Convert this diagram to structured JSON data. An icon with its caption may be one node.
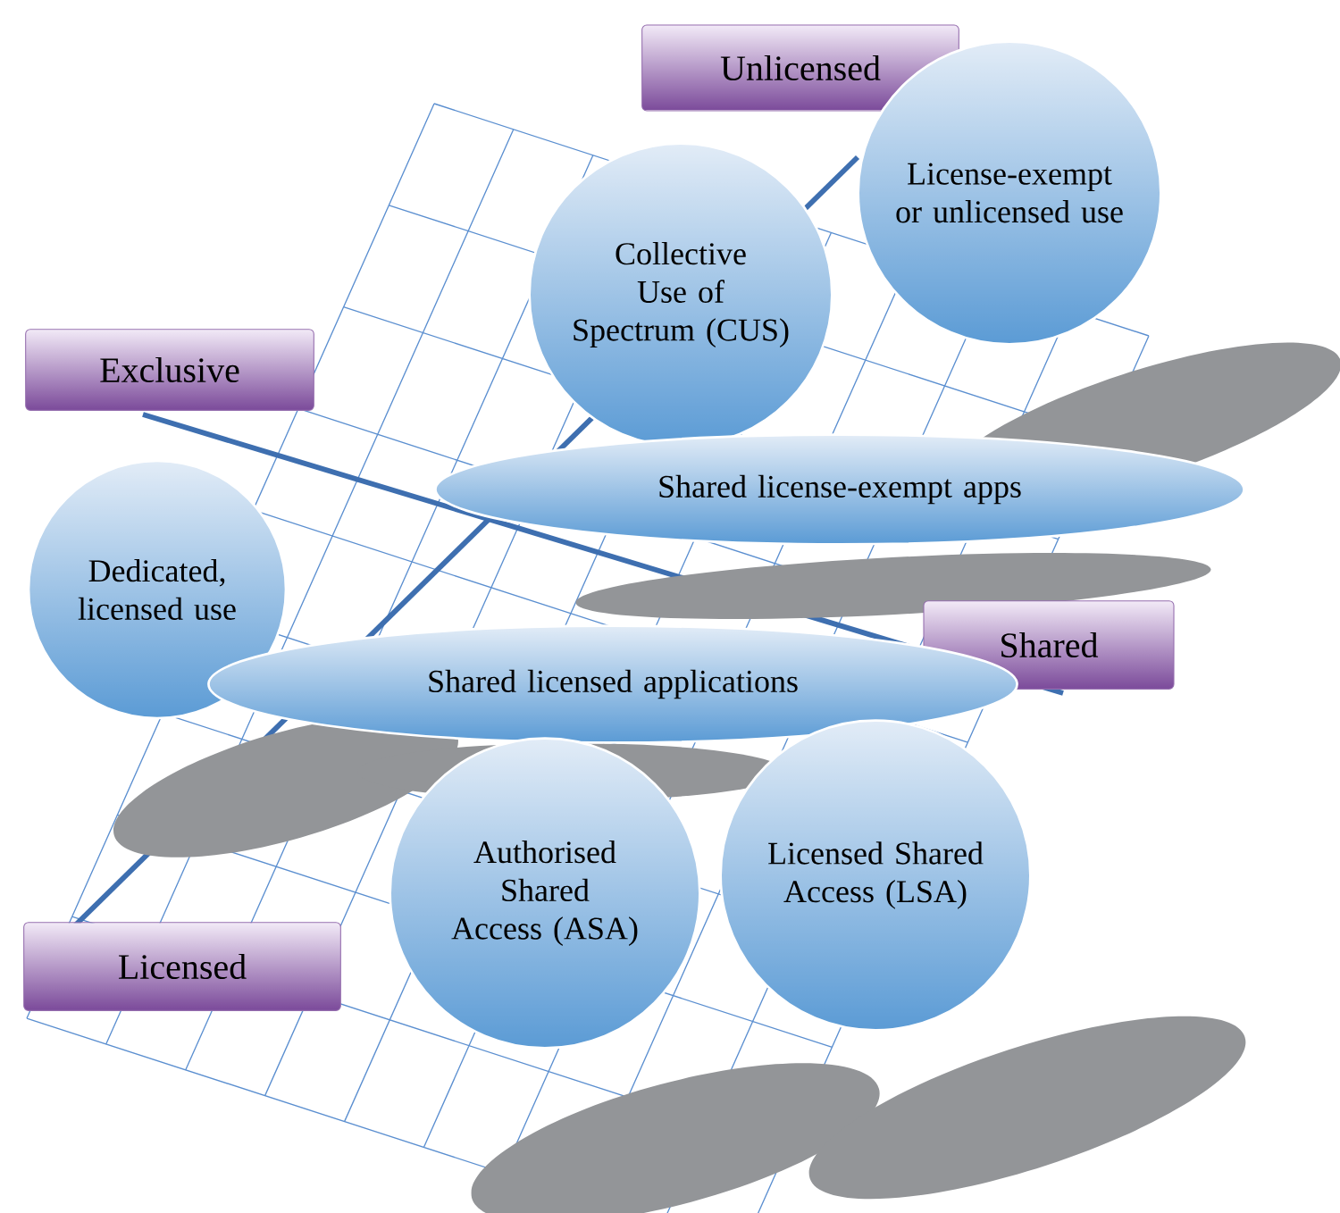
{
  "diagram": {
    "nodes": [
      {
        "text": [
          "Unlicensed"
        ]
      },
      {
        "text": [
          "Exclusive"
        ]
      },
      {
        "text": [
          "Shared"
        ]
      },
      {
        "text": [
          "Licensed"
        ]
      },
      {
        "text": [
          "Collective Use of Spectrum (CUS)"
        ]
      },
      {
        "text": [
          "License-exempt or unlicensed use"
        ]
      },
      {
        "text": [
          "Shared license-exempt apps"
        ]
      },
      {
        "text": [
          "Dedicated, licensed use"
        ]
      },
      {
        "text": [
          "Shared licensed applications"
        ]
      },
      {
        "text": [
          "Authorised Shared Access (ASA)"
        ]
      },
      {
        "text": [
          "Licensed Shared Access (LSA)"
        ]
      }
    ]
  }
}
